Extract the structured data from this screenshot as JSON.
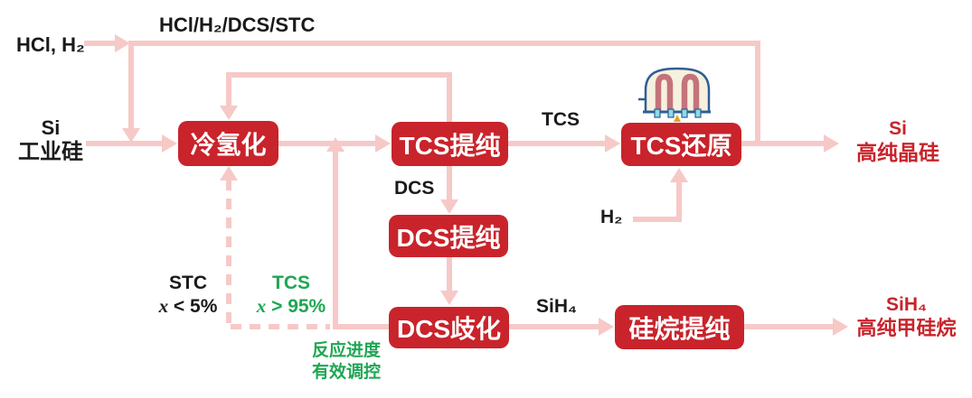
{
  "colors": {
    "box_red": "#C9232B",
    "line_pink": "#F6C9C7",
    "green": "#1FA654",
    "black": "#1A1A1A"
  },
  "top": {
    "recycle_label": "HCl/H₂/DCS/STC",
    "hcl_input": "HCl, H₂"
  },
  "inputs": {
    "si_formula": "Si",
    "si_name": "工业硅"
  },
  "boxes": {
    "cold_hydrogenation": "冷氢化",
    "tcs_purification": "TCS提纯",
    "tcs_reduction": "TCS还原",
    "dcs_purification": "DCS提纯",
    "dcs_disproportionation": "DCS歧化",
    "silane_purification": "硅烷提纯"
  },
  "streams": {
    "tcs": "TCS",
    "dcs": "DCS",
    "sih4": "SiH₄",
    "h2": "H₂"
  },
  "outputs": {
    "polysilicon_formula": "Si",
    "polysilicon_name": "高纯晶硅",
    "monosilane_formula": "SiH₄",
    "monosilane_name": "高纯甲硅烷"
  },
  "annotations": {
    "stc_name": "STC",
    "stc_var": "x",
    "stc_cond": " < 5%",
    "tcs_name": "TCS",
    "tcs_var": "x",
    "tcs_cond": " > 95%",
    "control_line1": "反应进度",
    "control_line2": "有效调控"
  },
  "icons": {
    "reduction_furnace": "bell-jar-reduction-furnace"
  }
}
